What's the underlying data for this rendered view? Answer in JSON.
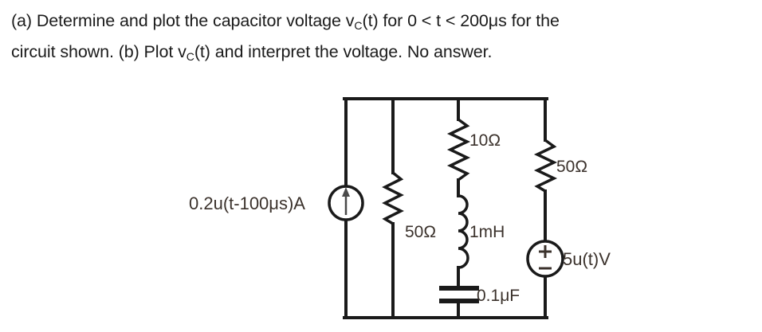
{
  "problem": {
    "line1_part_a": "(a) Determine and plot the capacitor voltage v",
    "line1_sub": "C",
    "line1_rest": "(t) for 0 < t < 200μs for the",
    "line2_start": "circuit shown. (b) Plot v",
    "line2_sub": "C",
    "line2_rest": "(t) and interpret the voltage. No answer."
  },
  "circuit": {
    "title": "parallel RLC circuit with independent current source and voltage source",
    "wire_color": "#1a1a1a",
    "label_color": "#3b322c",
    "components": [
      {
        "id": "current-source",
        "type": "independent-current-source",
        "label": "0.2u(t-100μs)A",
        "symbol": "circle-with-up-arrow",
        "branch": 1
      },
      {
        "id": "resistor-50-left",
        "type": "resistor",
        "label": "50Ω",
        "value": "50",
        "unit": "Ω",
        "branch": 2
      },
      {
        "id": "resistor-10",
        "type": "resistor",
        "label": "10Ω",
        "value": "10",
        "unit": "Ω",
        "branch": 3
      },
      {
        "id": "inductor-1mh",
        "type": "inductor",
        "label": "1mH",
        "value": "1",
        "unit": "mH",
        "branch": 3
      },
      {
        "id": "capacitor-0p1uf",
        "type": "capacitor",
        "label": "0.1μF",
        "value": "0.1",
        "unit": "μF",
        "branch": 3
      },
      {
        "id": "resistor-50-right",
        "type": "resistor",
        "label": "50Ω",
        "value": "50",
        "unit": "Ω",
        "branch": 4
      },
      {
        "id": "voltage-source",
        "type": "independent-voltage-source",
        "label": "5u(t)V",
        "symbol": "circle-with-plus-minus",
        "polarity_plus": "+",
        "polarity_minus": "−",
        "branch": 4
      }
    ]
  }
}
